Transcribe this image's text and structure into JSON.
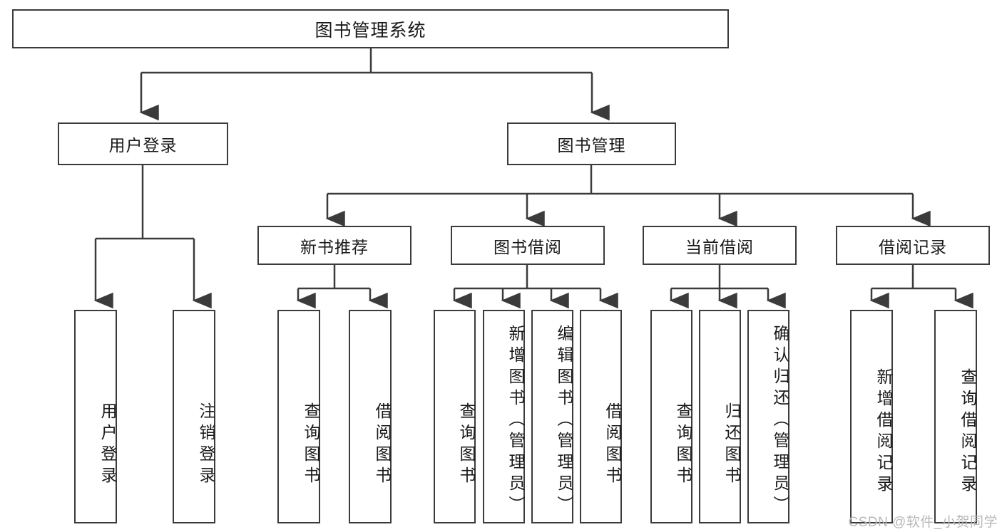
{
  "diagram": {
    "title": "图书管理系统",
    "watermark": "CSDN @软件_小贺同学",
    "colors": {
      "stroke": "#3b3b3b",
      "background": "#ffffff",
      "text": "#1a1a1a",
      "watermark": "#b9b9b9"
    },
    "levels": {
      "root": {
        "label": "图书管理系统"
      },
      "level2": [
        {
          "label": "用户登录"
        },
        {
          "label": "图书管理"
        }
      ],
      "level3": [
        {
          "label": "新书推荐"
        },
        {
          "label": "图书借阅"
        },
        {
          "label": "当前借阅"
        },
        {
          "label": "借阅记录"
        }
      ],
      "leaves": {
        "user_login": [
          {
            "label": "用户登录"
          },
          {
            "label": "注销登录"
          }
        ],
        "new_book_recommend": [
          {
            "label": "查询图书"
          },
          {
            "label": "借阅图书"
          }
        ],
        "book_borrow": [
          {
            "label": "查询图书"
          },
          {
            "label": "新增图书（管理员）"
          },
          {
            "label": "编辑图书（管理员）"
          },
          {
            "label": "借阅图书"
          }
        ],
        "current_borrow": [
          {
            "label": "查询图书"
          },
          {
            "label": "归还图书"
          },
          {
            "label": "确认归还（管理员）"
          }
        ],
        "borrow_records": [
          {
            "label": "新增借阅记录"
          },
          {
            "label": "查询借阅记录"
          }
        ]
      }
    }
  }
}
